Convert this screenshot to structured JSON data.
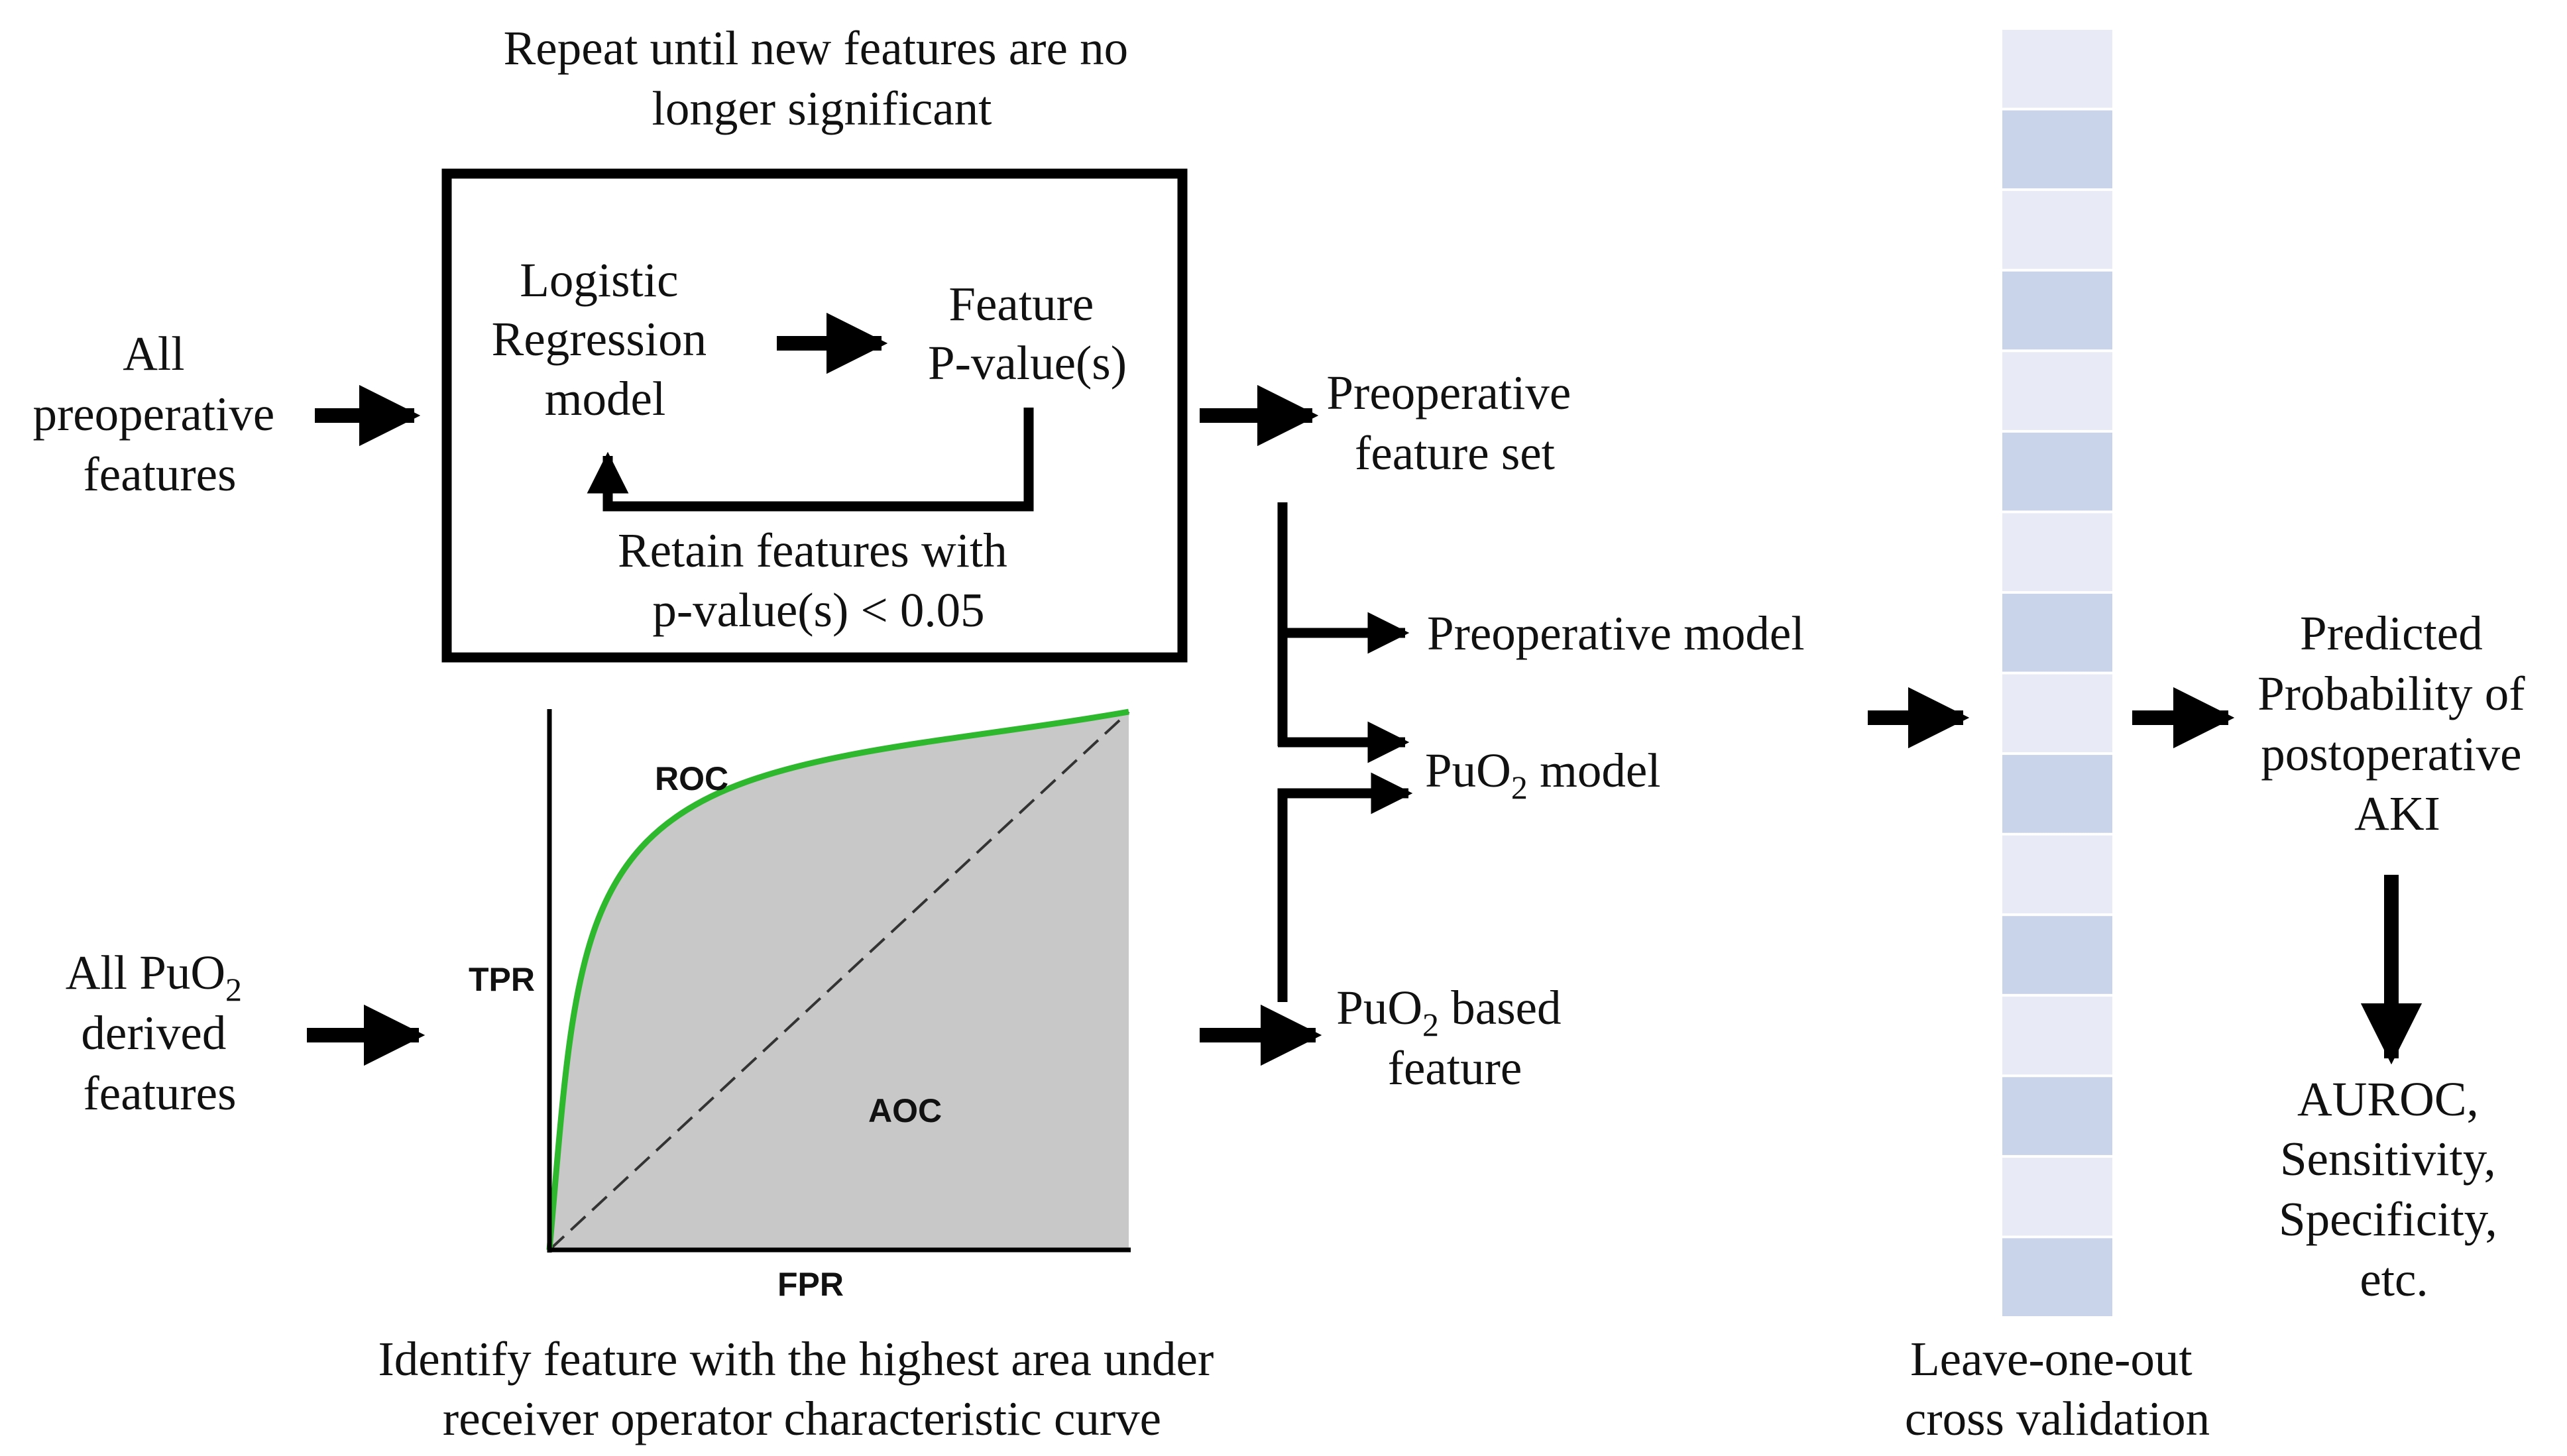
{
  "loop": {
    "caption": [
      "Repeat until new features are no",
      "longer significant"
    ],
    "logistic": [
      "Logistic",
      "Regression",
      "model"
    ],
    "feature_pvalue": [
      "Feature",
      "P-value(s)"
    ],
    "retain": [
      "Retain features with",
      "p-value(s) < 0.05"
    ]
  },
  "inputs": {
    "preop": [
      "All",
      "preoperative",
      "features"
    ],
    "puo2_line1_prefix": "All PuO",
    "puo2_line1_sub": "2",
    "puo2_rest": [
      "derived",
      "features"
    ]
  },
  "roc": {
    "curve_label": "ROC",
    "y_axis_label": "TPR",
    "x_axis_label": "FPR",
    "area_label": "AOC",
    "caption": [
      "Identify feature with the highest area under",
      "receiver operator characteristic curve"
    ],
    "colors": {
      "curve": "#2db82d",
      "area": "#c8c8c8",
      "diagonal": "#333333"
    }
  },
  "middle": {
    "preop_set": [
      "Preoperative",
      "feature set"
    ],
    "preop_model": "Preoperative model",
    "puo2_model_prefix": "PuO",
    "puo2_model_sub": "2",
    "puo2_model_suffix": " model",
    "puo2_feature_prefix": "PuO",
    "puo2_feature_sub": "2",
    "puo2_feature_suffix": " based",
    "puo2_feature_line2": "feature"
  },
  "validation": {
    "caption": [
      "Leave-one-out",
      "cross validation"
    ],
    "colors": {
      "light": "#e8ebf6",
      "dark": "#c9d3e9"
    }
  },
  "output": {
    "predicted": [
      "Predicted",
      "Probability of",
      "postoperative",
      "AKI"
    ],
    "metrics": [
      "AUROC,",
      "Sensitivity,",
      "Specificity,",
      "etc."
    ]
  }
}
